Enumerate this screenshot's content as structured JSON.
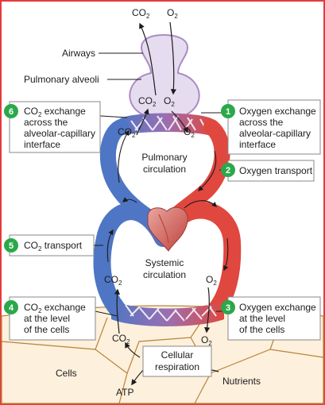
{
  "labels": {
    "airways": "Airways",
    "pulmonary_alveoli": "Pulmonary alveoli",
    "pulmonary_circulation": [
      "Pulmonary",
      "circulation"
    ],
    "systemic_circulation": [
      "Systemic",
      "circulation"
    ],
    "cellular_respiration": [
      "Cellular",
      "respiration"
    ],
    "cells": "Cells",
    "nutrients": "Nutrients",
    "atp": "ATP"
  },
  "gases": {
    "co2_base": "CO",
    "co2_sub": "2",
    "o2_base": "O",
    "o2_sub": "2"
  },
  "steps": [
    {
      "number": "1",
      "lines": [
        "Oxygen exchange",
        "across the",
        "alveolar-capillary",
        "interface"
      ]
    },
    {
      "number": "2",
      "lines": [
        "Oxygen transport"
      ]
    },
    {
      "number": "3",
      "lines": [
        "Oxygen exchange",
        "at the level",
        "of the cells"
      ]
    },
    {
      "number": "4",
      "lines": [
        "CO2 exchange",
        "at the level",
        "of the cells"
      ]
    },
    {
      "number": "5",
      "lines": [
        "CO2 transport"
      ]
    },
    {
      "number": "6",
      "lines": [
        "CO2 exchange",
        "across the",
        "alveolar-capillary",
        "interface"
      ]
    }
  ],
  "colors": {
    "frame": "#e8393a",
    "step_badge": "#2ba84a",
    "oxygenated_blood": "#e0473f",
    "deoxygenated_blood": "#4f76c4",
    "exchange_purple": "#9b6fb2",
    "alveoli_fill": "#e6dcef",
    "alveoli_stroke": "#a98cc6",
    "tissue_fill": "#fdf0dc",
    "tissue_line": "#b8843a"
  }
}
